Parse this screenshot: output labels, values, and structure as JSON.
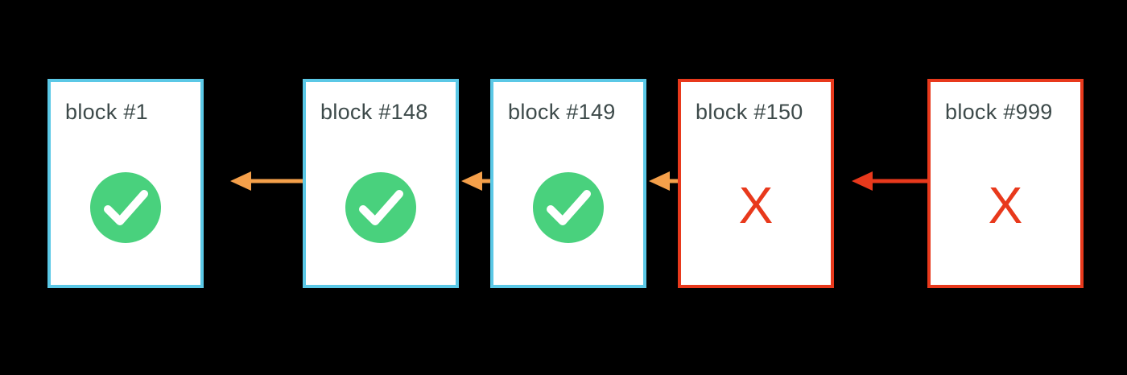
{
  "colors": {
    "background": "#000000",
    "valid_border": "#5bc8e6",
    "invalid_border": "#e8391c",
    "check_fill": "#49d17d",
    "x_mark": "#e8391c",
    "arrow_valid": "#f5a04a",
    "arrow_invalid": "#e8391c"
  },
  "blocks": [
    {
      "label": "block #1",
      "status": "valid",
      "status_icon": "check-circle-icon"
    },
    {
      "label": "block #148",
      "status": "valid",
      "status_icon": "check-circle-icon"
    },
    {
      "label": "block #149",
      "status": "valid",
      "status_icon": "check-circle-icon"
    },
    {
      "label": "block #150",
      "status": "invalid",
      "mark": "X"
    },
    {
      "label": "block #999",
      "status": "invalid",
      "mark": "X"
    }
  ],
  "arrows": [
    {
      "from": "block #148",
      "to": "block #1",
      "color": "orange"
    },
    {
      "from": "block #149",
      "to": "block #148",
      "color": "orange"
    },
    {
      "from": "block #150",
      "to": "block #149",
      "color": "orange"
    },
    {
      "from": "block #999",
      "to": "block #150",
      "color": "red"
    }
  ]
}
